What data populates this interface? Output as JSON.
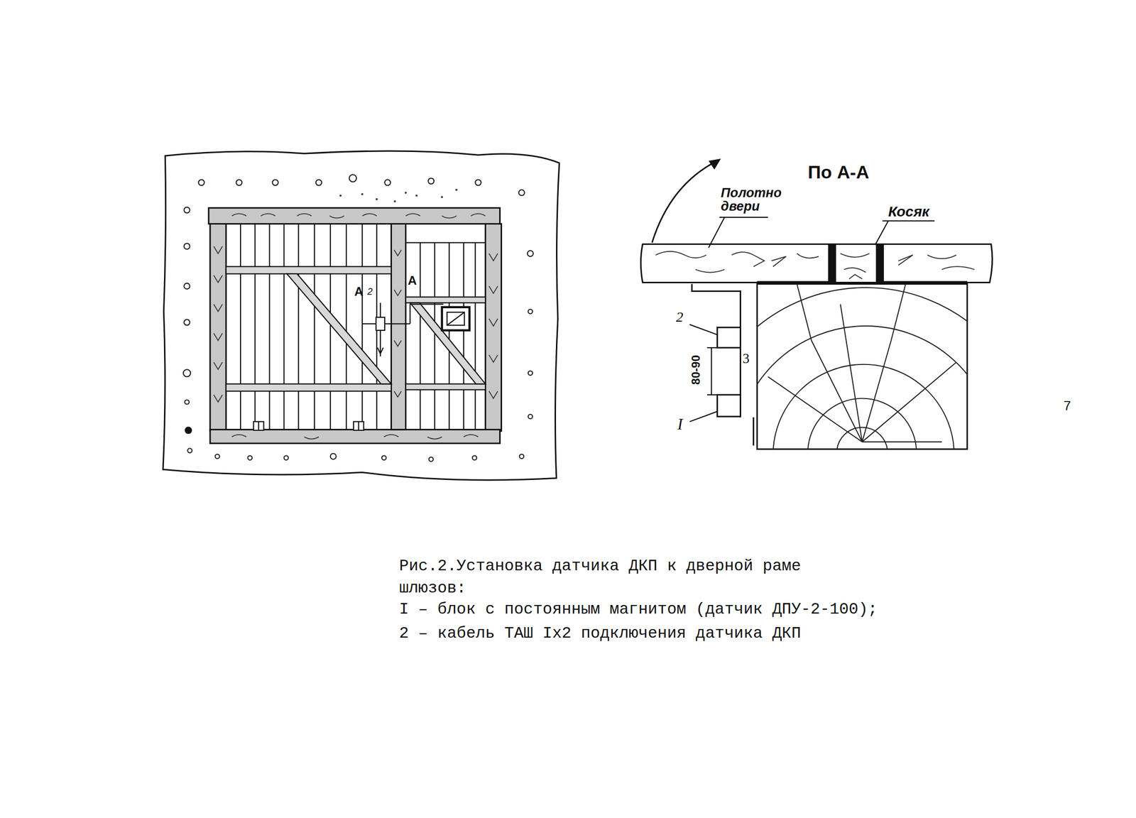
{
  "diagram": {
    "caption": "Рис.2.Установка датчика ДКП к дверной раме шлюзов:",
    "labels": [
      "А",
      "2",
      "А",
      "По А-А",
      "Полотно двери",
      "Косяк",
      "2",
      "80-90",
      "3",
      "I",
      "I – блок с постоянным магнитом (датчик ДПУ-2-100);",
      "2 – кабель ТАШ Iх2 подключения датчика ДКП",
      "7"
    ]
  }
}
